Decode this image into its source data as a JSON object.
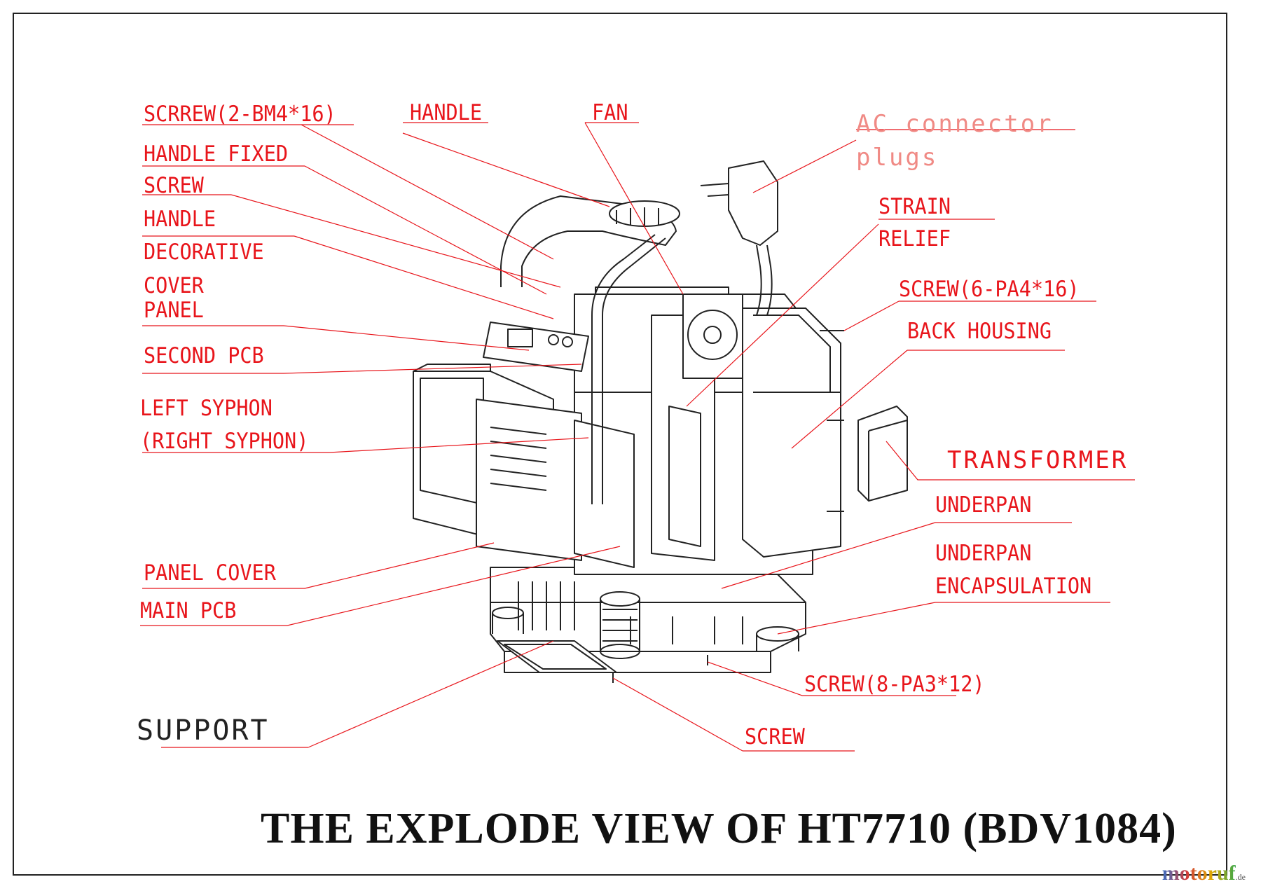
{
  "title": "THE EXPLODE VIEW OF HT7710 (BDV1084)",
  "watermark": {
    "text": "motoruf",
    "suffix": ".de"
  },
  "labels": {
    "screw_bm4": "SCRREW(2-BM4*16)",
    "handle_fixed": "HANDLE FIXED",
    "handle_fixed_2": "SCREW",
    "handle_decorative": "HANDLE",
    "handle_decorative_2": "DECORATIVE",
    "handle_decorative_3": "COVER",
    "panel": "PANEL",
    "second_pcb": "SECOND PCB",
    "left_syphon": "LEFT SYPHON",
    "right_syphon": "(RIGHT SYPHON)",
    "panel_cover": "PANEL COVER",
    "main_pcb": "MAIN PCB",
    "support": "SUPPORT",
    "handle": "HANDLE",
    "fan": "FAN",
    "ac_connector": "AC connector",
    "ac_connector_2": "plugs",
    "strain_relief": "STRAIN",
    "strain_relief_2": "RELIEF",
    "screw_pa4": "SCREW(6-PA4*16)",
    "back_housing": "BACK HOUSING",
    "transformer": "TRANSFORMER",
    "underpan": "UNDERPAN",
    "underpan_encapsulation": "UNDERPAN",
    "underpan_encapsulation_2": "ENCAPSULATION",
    "screw_pa3": "SCREW(8-PA3*12)",
    "screw": "SCREW"
  },
  "colors": {
    "label": "#e8151b",
    "ac_label": "#f08a85",
    "line_art": "#222222",
    "leader": "#e8151b"
  }
}
